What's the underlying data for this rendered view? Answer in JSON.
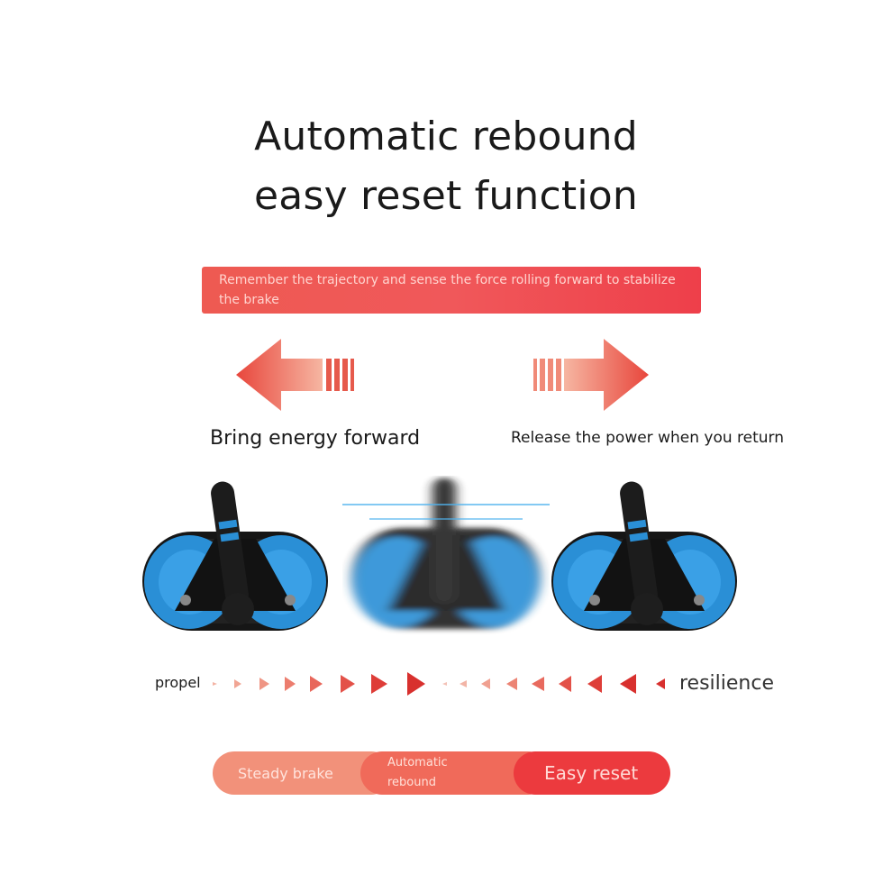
{
  "heading": {
    "line1": "Automatic rebound",
    "line2": "easy reset function"
  },
  "banner": {
    "text": "Remember the trajectory and sense the force rolling forward to stabilize the brake"
  },
  "captions": {
    "left": "Bring energy forward",
    "right": "Release the power when you return"
  },
  "motion_labels": {
    "left": "propel",
    "right": "resilience"
  },
  "pills": [
    {
      "label": "Steady brake"
    },
    {
      "label": "Automatic rebound"
    },
    {
      "label": "Easy reset"
    }
  ],
  "colors": {
    "accent_red": "#ec3a3e",
    "accent_salmon": "#f2917a",
    "wheel_blue": "#2a8fd6",
    "frame_black": "#151515"
  },
  "icons": {
    "left_arrow": "arrow-left-icon",
    "right_arrow": "arrow-right-icon"
  }
}
